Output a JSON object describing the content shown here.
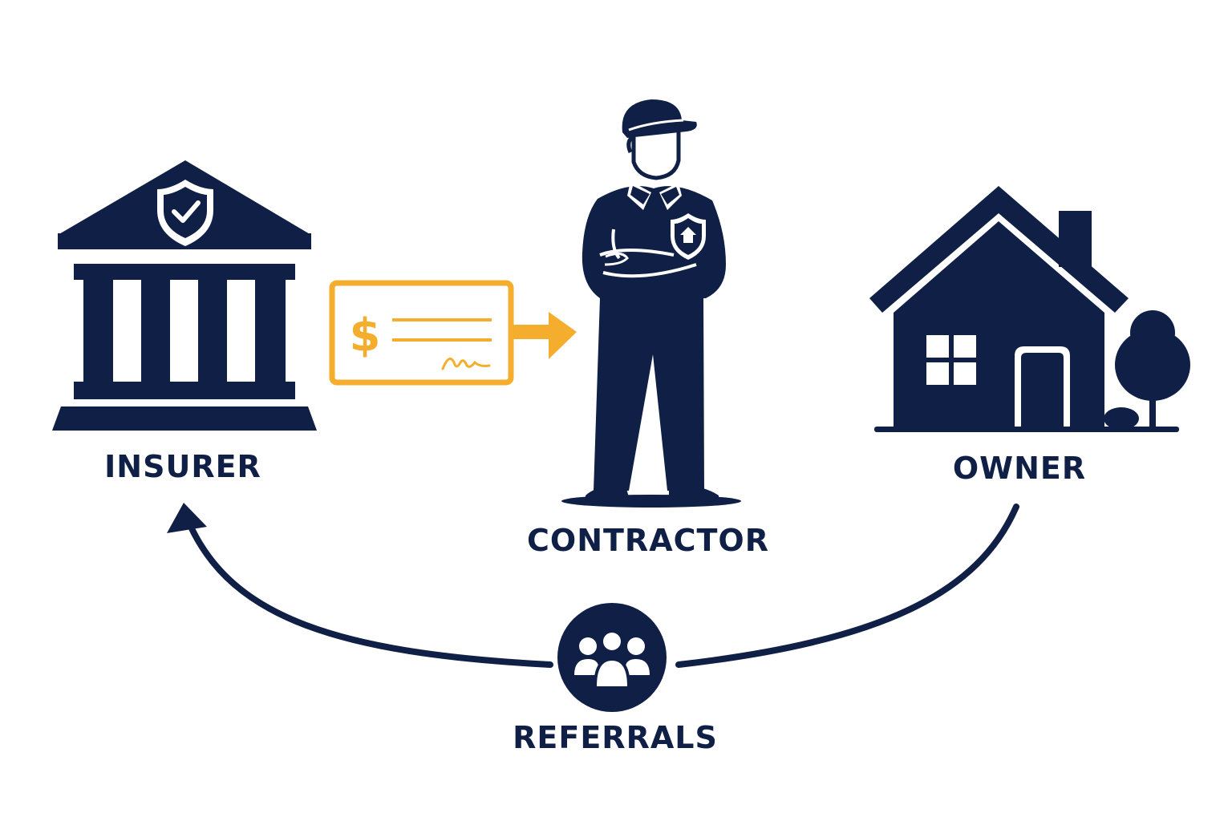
{
  "labels": {
    "insurer": "INSURER",
    "contractor": "CONTRACTOR",
    "owner": "OWNER",
    "referrals": "REFERRALS"
  },
  "icons": {
    "insurer": "bank-building-icon",
    "insurer_badge": "shield-check-icon",
    "payment": "check-payment-icon",
    "contractor": "contractor-person-icon",
    "contractor_badge": "shield-home-icon",
    "owner": "house-icon",
    "referrals": "group-people-icon"
  },
  "check": {
    "currency_symbol": "$"
  },
  "colors": {
    "primary": "#0f1f45",
    "accent": "#f4ad2c",
    "background": "#ffffff"
  }
}
